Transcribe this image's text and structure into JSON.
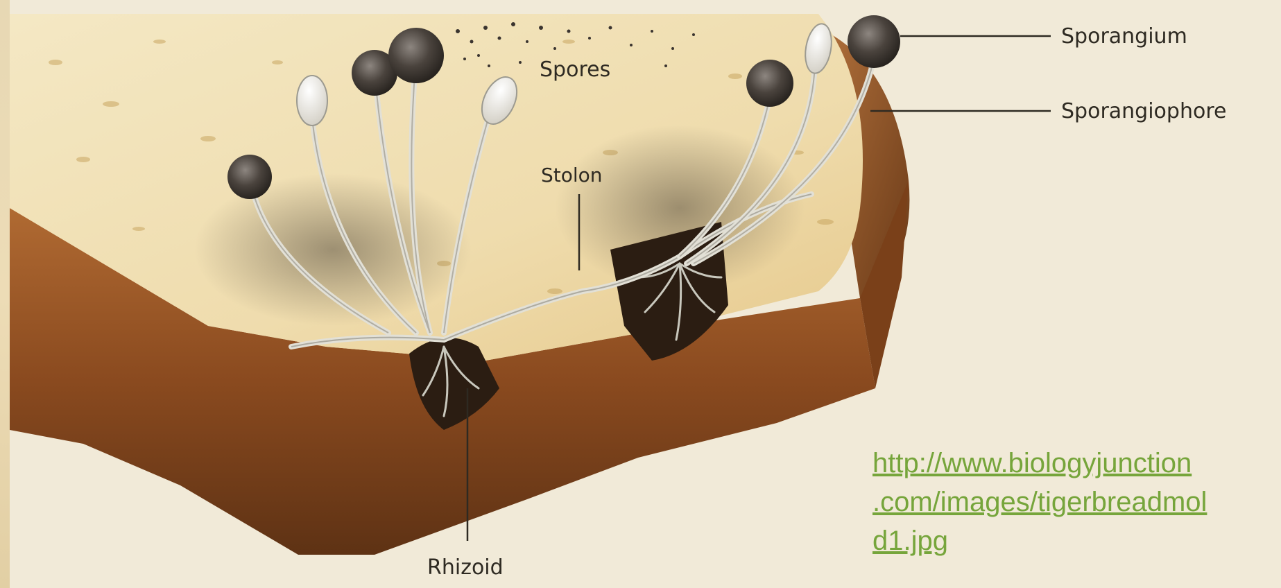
{
  "labels": {
    "spores": "Spores",
    "sporangium": "Sporangium",
    "sporangiophore": "Sporangiophore",
    "stolon": "Stolon",
    "rhizoid": "Rhizoid"
  },
  "source_link": {
    "line1": "http://www.biologyjunction",
    "line2": ".com/images/tigerbreadmol",
    "line3": "d1.jpg"
  },
  "colors": {
    "bread_crust": "#8a4a1f",
    "bread_crumb": "#f1e2b8",
    "mold_stalk": "#dcdcd2",
    "sporangium_dark": "#3a342f",
    "link": "#76a53b"
  }
}
